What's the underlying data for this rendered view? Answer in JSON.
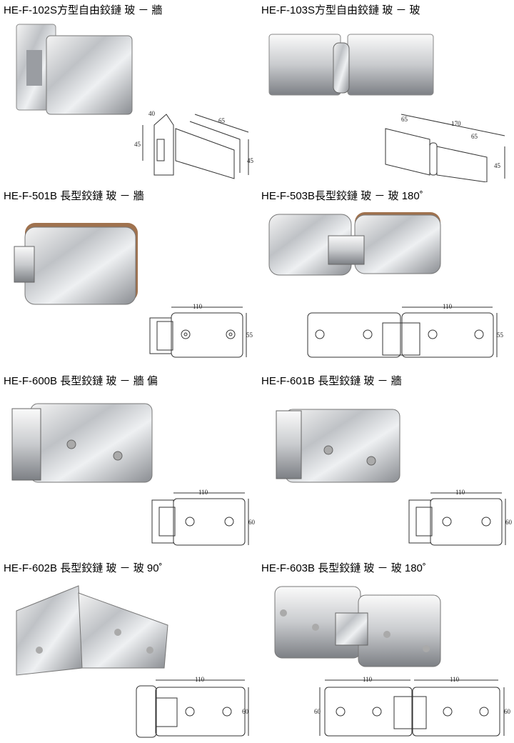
{
  "products": [
    {
      "title": "HE-F-102S方型自由鉸鏈 玻 － 牆",
      "dims": [
        "40",
        "45",
        "65",
        "45"
      ]
    },
    {
      "title": "HE-F-103S方型自由鉸鏈 玻 － 玻",
      "dims": [
        "65",
        "170",
        "65",
        "45"
      ]
    },
    {
      "title": "HE-F-501B 長型鉸鏈 玻 － 牆",
      "dims": [
        "110",
        "55"
      ]
    },
    {
      "title": "HE-F-503B長型鉸鏈 玻 － 玻 180˚",
      "dims": [
        "110",
        "55"
      ]
    },
    {
      "title": "HE-F-600B 長型鉸鏈 玻 － 牆 偏",
      "dims": [
        "110",
        "60"
      ]
    },
    {
      "title": "HE-F-601B 長型鉸鏈 玻 － 牆",
      "dims": [
        "110",
        "60"
      ]
    },
    {
      "title": "HE-F-602B 長型鉸鏈 玻 － 玻 90˚",
      "dims": [
        "110",
        "60"
      ]
    },
    {
      "title": "HE-F-603B 長型鉸鏈 玻 － 玻 180˚",
      "dims": [
        "110",
        "110",
        "60",
        "60"
      ]
    }
  ]
}
